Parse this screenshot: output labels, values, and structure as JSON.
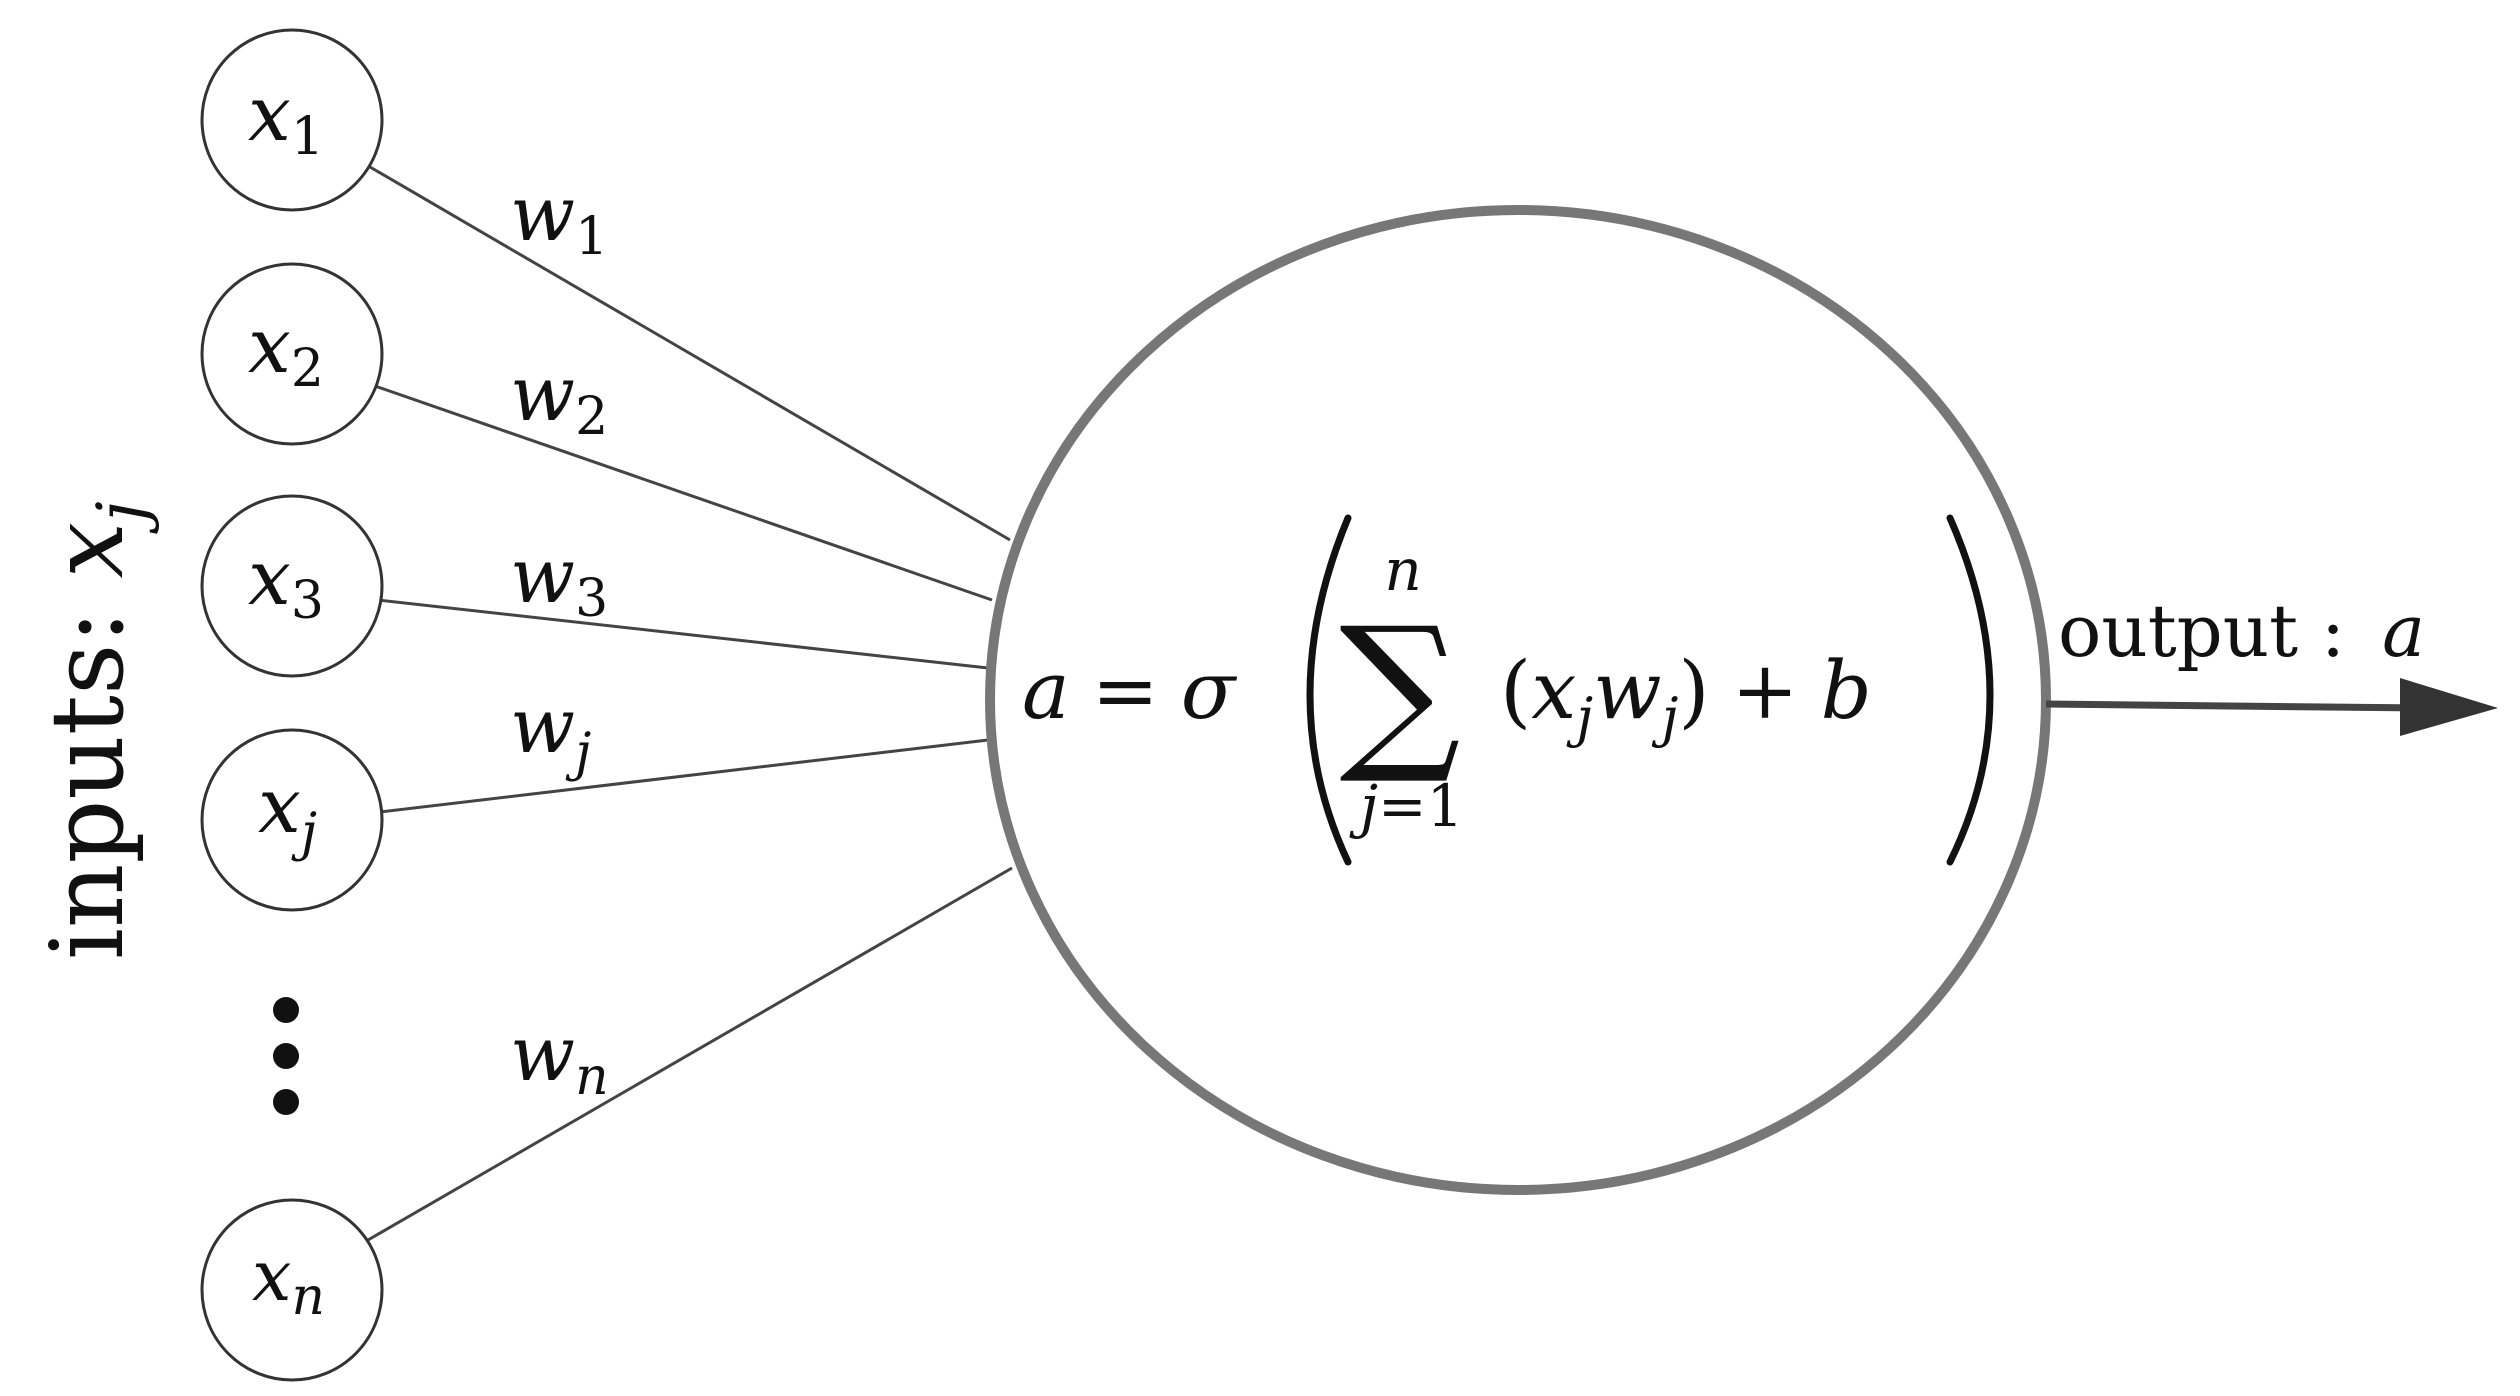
{
  "inputs_label": {
    "prefix": "inputs: ",
    "var": "x",
    "sub": "j"
  },
  "inputs": [
    {
      "var": "x",
      "sub": "1"
    },
    {
      "var": "x",
      "sub": "2"
    },
    {
      "var": "x",
      "sub": "3"
    },
    {
      "var": "x",
      "sub": "j"
    },
    {
      "var": "x",
      "sub": "n"
    }
  ],
  "weights": [
    {
      "var": "w",
      "sub": "1"
    },
    {
      "var": "w",
      "sub": "2"
    },
    {
      "var": "w",
      "sub": "3"
    },
    {
      "var": "w",
      "sub": "j"
    },
    {
      "var": "w",
      "sub": "n"
    }
  ],
  "formula": {
    "lhs": "a",
    "equals": "=",
    "func": "σ",
    "sum_upper": "n",
    "sum_symbol": "∑",
    "sum_lower_var": "j",
    "sum_lower_rest": "=1",
    "term_open": "(",
    "term_x": "x",
    "term_x_sub": "j",
    "term_w": "w",
    "term_w_sub": "j",
    "term_close": ")",
    "plus": "+",
    "bias": "b"
  },
  "output_label": {
    "text": "output : ",
    "var": "a"
  },
  "colors": {
    "neuron_stroke": "#777777",
    "edge": "#444444",
    "text": "#111111",
    "arrow": "#444444"
  }
}
